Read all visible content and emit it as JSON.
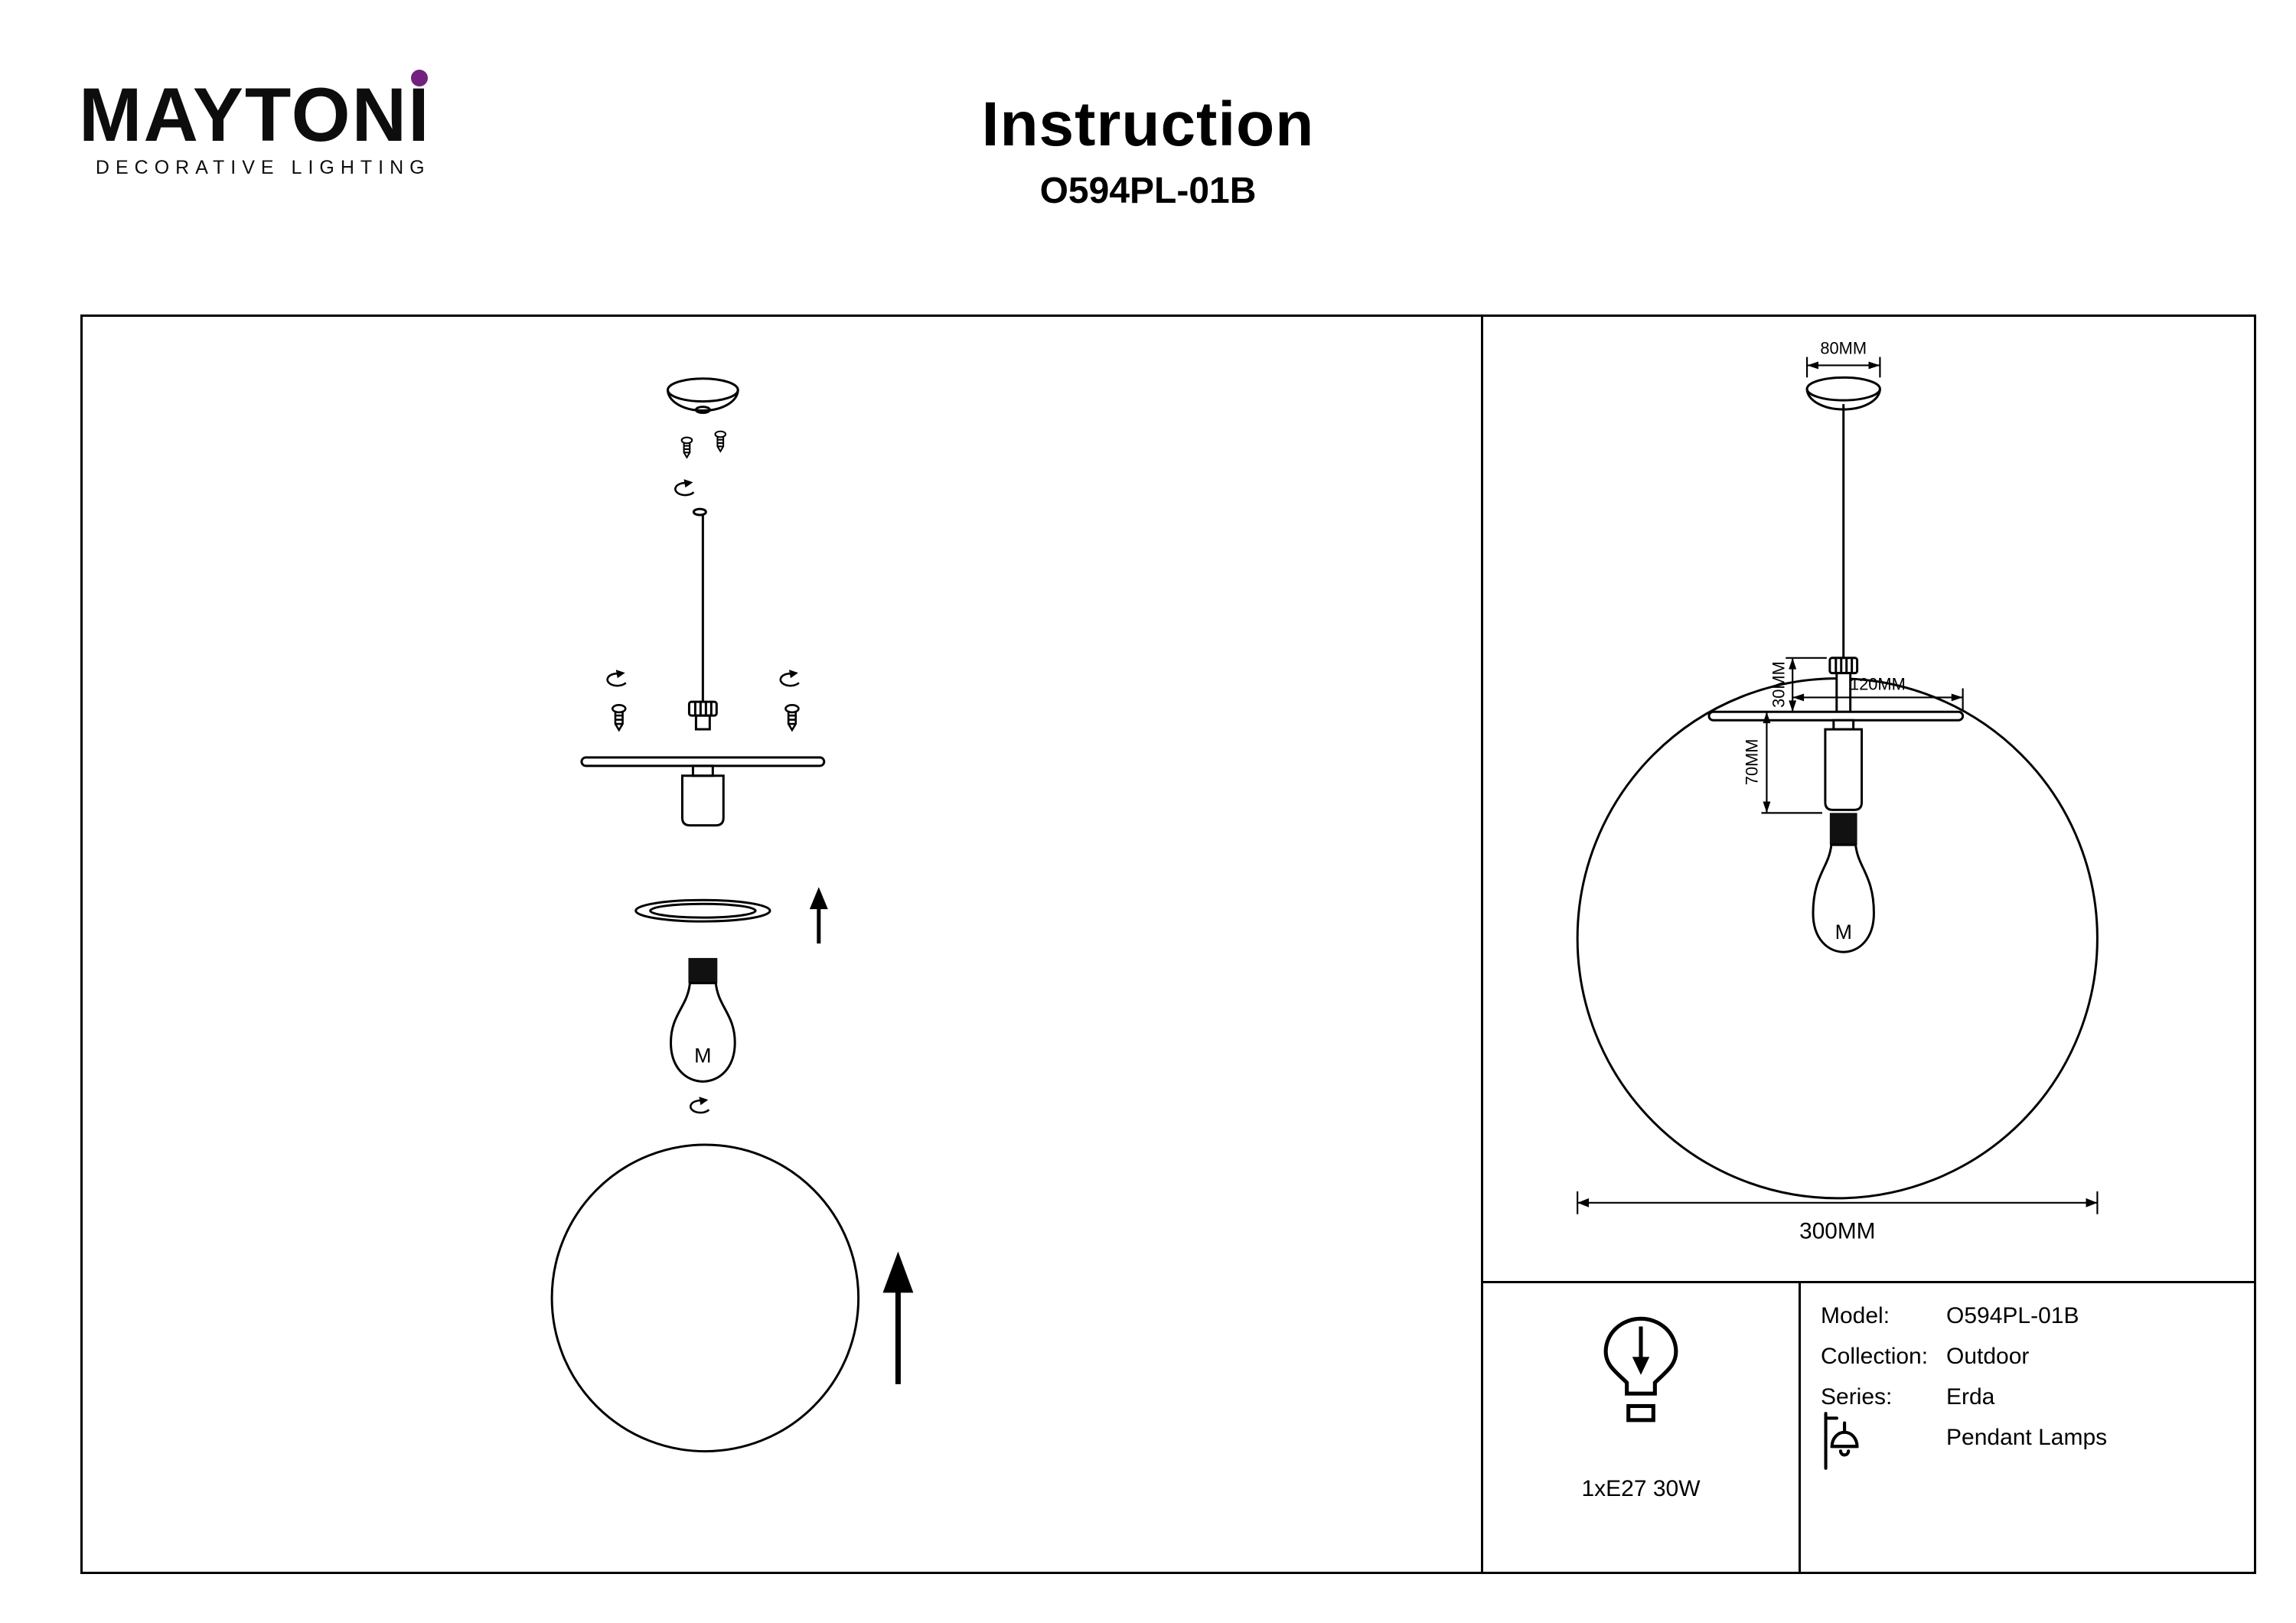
{
  "colors": {
    "brand_purple": "#73217e",
    "ink": "#000000"
  },
  "brand": {
    "name_prefix": "MAYTON",
    "name_dotted_letter": "I",
    "tagline": "DECORATIVE LIGHTING"
  },
  "header": {
    "title": "Instruction",
    "model": "O594PL-01B"
  },
  "diagram": {
    "bulb_mark": "M",
    "dimensions": {
      "canopy_diameter": "80MM",
      "plate_width": "120MM",
      "mount_height": "30MM",
      "socket_height": "70MM",
      "sphere_diameter": "300MM"
    },
    "icons": {
      "rotate": "rotate-arrow-icon",
      "assembly_arrow": "arrow-up-icon"
    }
  },
  "footer": {
    "lamp_spec": "1xE27 30W",
    "icons": {
      "bulb": "bulb-icon",
      "pendant": "pendant-lamp-icon"
    },
    "specs": [
      {
        "label": "Model:",
        "value": "O594PL-01B"
      },
      {
        "label": "Collection:",
        "value": "Outdoor"
      },
      {
        "label": "Series:",
        "value": "Erda"
      },
      {
        "label": "",
        "value": "Pendant Lamps"
      }
    ]
  }
}
